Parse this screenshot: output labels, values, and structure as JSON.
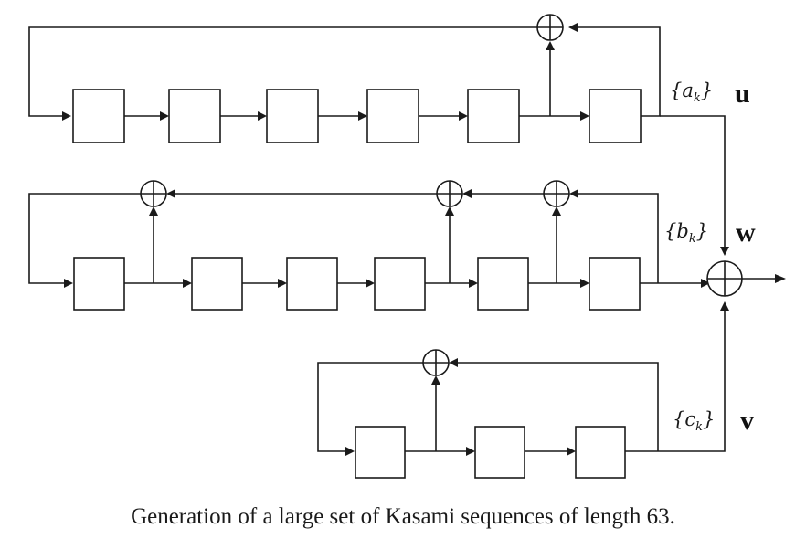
{
  "labels": {
    "seq_u": {
      "brace_open": "{",
      "base": "a",
      "sub": "k",
      "brace_close": "}"
    },
    "seq_w": {
      "brace_open": "{",
      "base": "b",
      "sub": "k",
      "brace_close": "}"
    },
    "seq_v": {
      "brace_open": "{",
      "base": "c",
      "sub": "k",
      "brace_close": "}"
    },
    "vec_u": "u",
    "vec_w": "w",
    "vec_v": "v"
  },
  "caption": "Generation of a large set of Kasami sequences of length 63.",
  "colors": {
    "line": "#1a1a1a",
    "background": "#ffffff"
  }
}
